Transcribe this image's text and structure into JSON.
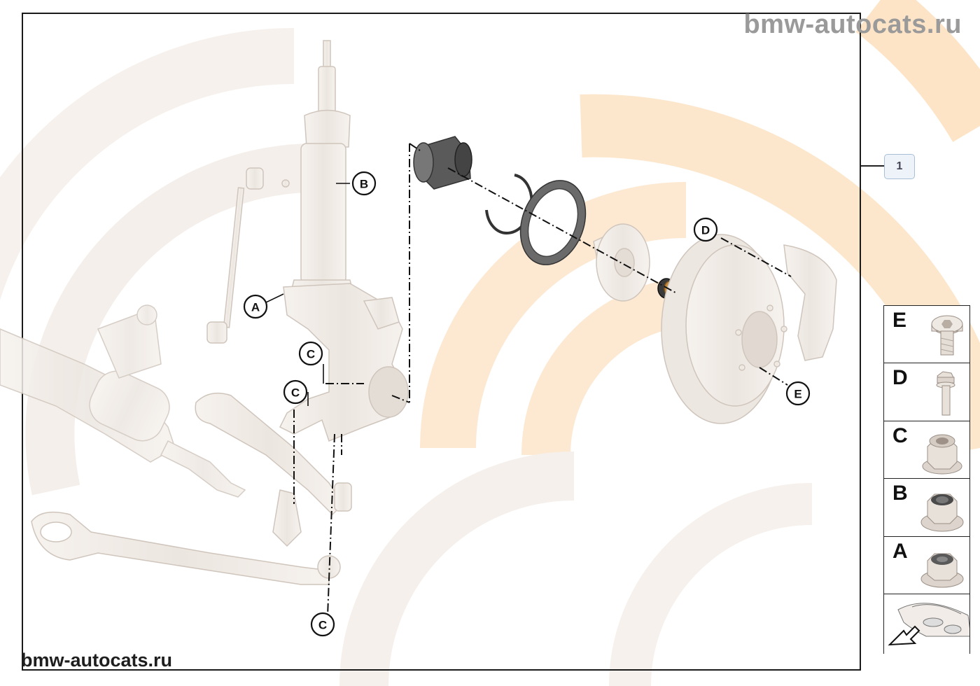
{
  "watermark": {
    "top": "bmw-autocats.ru",
    "bottom": "bmw-autocats.ru"
  },
  "reference_badge": "1",
  "callouts": {
    "a": "A",
    "b": "B",
    "c": "C",
    "d": "D",
    "e": "E"
  },
  "legend": {
    "items": [
      {
        "letter": "E",
        "part": "hex-socket-bolt-icon"
      },
      {
        "letter": "D",
        "part": "hex-bolt-icon"
      },
      {
        "letter": "C",
        "part": "self-locking-hex-nut-icon"
      },
      {
        "letter": "B",
        "part": "collar-hex-nut-icon"
      },
      {
        "letter": "A",
        "part": "flange-hex-nut-icon"
      }
    ],
    "nav_icon": "car-front-arrow-icon"
  },
  "colors": {
    "frame": "#1a1a1a",
    "background_logo": "#fbe3c6",
    "part_fill": "#f1ece7",
    "part_stroke": "#cfc5bc",
    "dark_part": "#5a5a5a",
    "badge_fill": "#eef3f9"
  }
}
